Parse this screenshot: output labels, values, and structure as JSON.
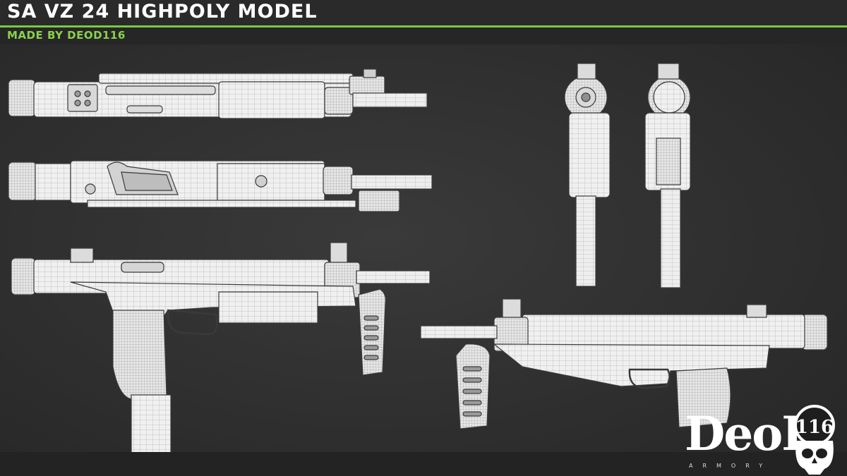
{
  "header": {
    "title": "SA VZ 24 HIGHPOLY MODEL",
    "subtitle": "MADE BY DEOD116"
  },
  "logo": {
    "wordmark": "DeoD",
    "tagline": "ARMORY",
    "emblem_number": "116"
  },
  "colors": {
    "accent": "#7ac943",
    "subtitle_text": "#8bd14b",
    "background": "#2e2e2e",
    "model_fill": "#eeeeee",
    "wireframe": "#7a7a7a"
  },
  "views": [
    "top-view",
    "bottom-view",
    "side-view-left",
    "front-view",
    "rear-view",
    "side-view-right"
  ]
}
